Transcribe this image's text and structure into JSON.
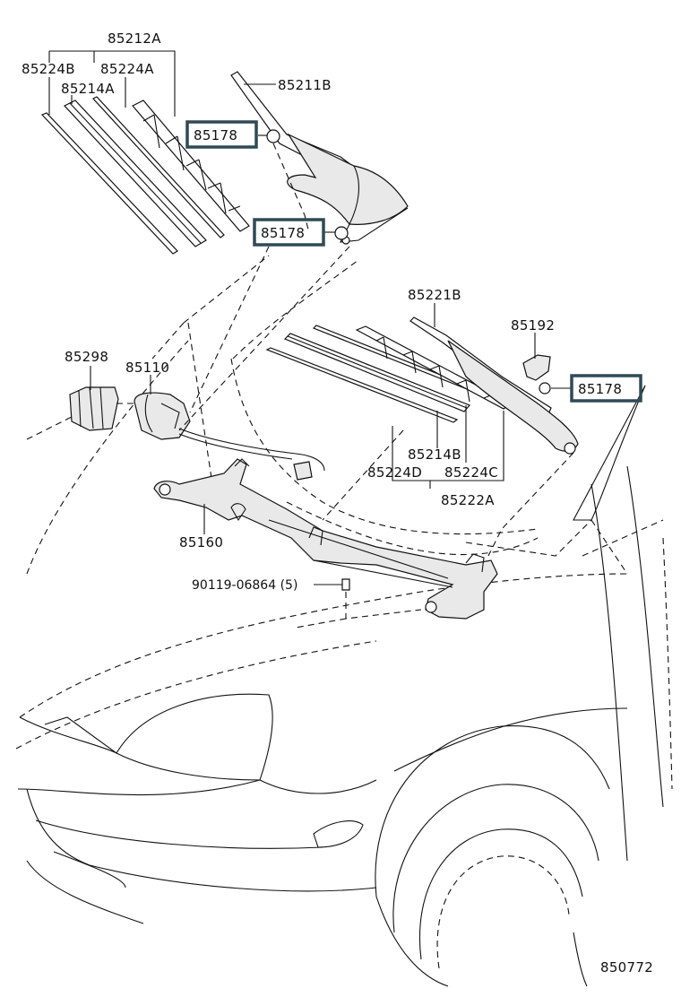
{
  "labels": {
    "p85212A": "85212A",
    "p85224B": "85224B",
    "p85224A": "85224A",
    "p85214A": "85214A",
    "p85211B": "85211B",
    "p85178_top": "85178",
    "p85178_mid": "85178",
    "p85178_right": "85178",
    "p85221B": "85221B",
    "p85192": "85192",
    "p85298": "85298",
    "p85110": "85110",
    "p85214B": "85214B",
    "p85224D": "85224D",
    "p85224C": "85224C",
    "p85222A": "85222A",
    "p85160": "85160",
    "p90119": "90119-06864 (5)",
    "figure_no": "850772"
  },
  "colors": {
    "line": "#111111",
    "highlight_box": "#2f4a55",
    "background": "#ffffff"
  }
}
